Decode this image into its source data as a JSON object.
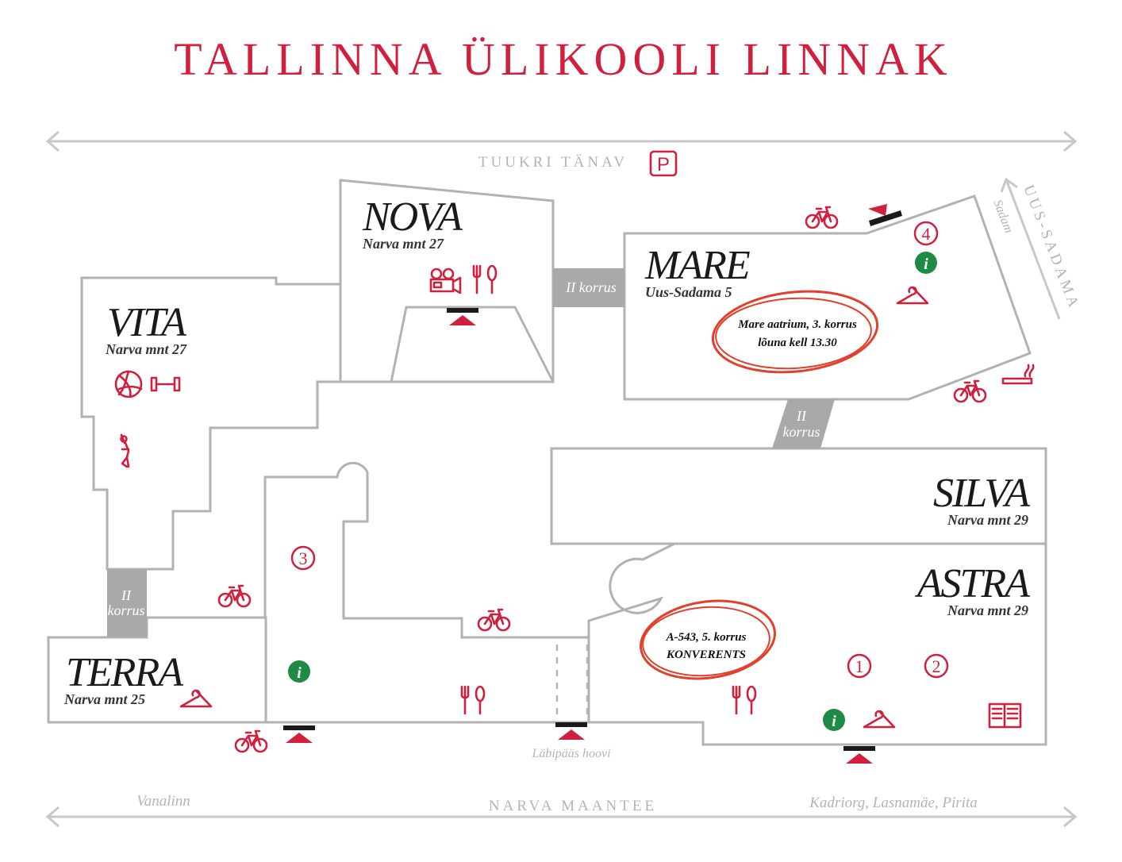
{
  "title": "TALLINNA ÜLIKOOLI LINNAK",
  "streets": {
    "top": "TUUKRI TÄNAV",
    "bottom": "NARVA MAANTEE",
    "right": "UUS-SADAMA",
    "right_small": "Sadam",
    "left_dest": "Vanalinn",
    "right_dest": "Kadriorg, Lasnamäe, Pirita",
    "passage": "Läbipääs hoovi"
  },
  "parking_label": "P",
  "buildings": {
    "nova": {
      "name": "NOVA",
      "address": "Narva mnt 27"
    },
    "vita": {
      "name": "VITA",
      "address": "Narva mnt 27"
    },
    "mare": {
      "name": "MARE",
      "address": "Uus-Sadama 5"
    },
    "silva": {
      "name": "SILVA",
      "address": "Narva mnt 29"
    },
    "astra": {
      "name": "ASTRA",
      "address": "Narva mnt 29"
    },
    "terra": {
      "name": "TERRA",
      "address": "Narva mnt 25"
    }
  },
  "bridges": {
    "nova_mare": "II korrus",
    "mare_silva": {
      "line1": "II",
      "line2": "korrus"
    },
    "vita_terra": {
      "line1": "II",
      "line2": "korrus"
    }
  },
  "annotations": {
    "mare": {
      "line1": "Mare aatrium, 3. korrus",
      "line2": "lõuna kell 13.30"
    },
    "astra": {
      "line1": "A-543, 5. korrus",
      "line2": "KONVERENTS"
    }
  },
  "numbers": {
    "n1": "1",
    "n2": "2",
    "n3": "3",
    "n4": "4"
  },
  "info_label": "i",
  "colors": {
    "accent": "#d0203e",
    "building_stroke": "#b2b2b2",
    "bridge": "#a9a9a9",
    "info": "#1f8a43",
    "annotation": "#e0402c"
  },
  "icons": [
    "bicycle-icon",
    "info-icon",
    "cloakroom-icon",
    "restaurant-icon",
    "cinema-camera-icon",
    "volleyball-icon",
    "dumbbell-icon",
    "dancer-icon",
    "smoking-icon",
    "book-icon",
    "entrance-icon",
    "parking-icon"
  ]
}
